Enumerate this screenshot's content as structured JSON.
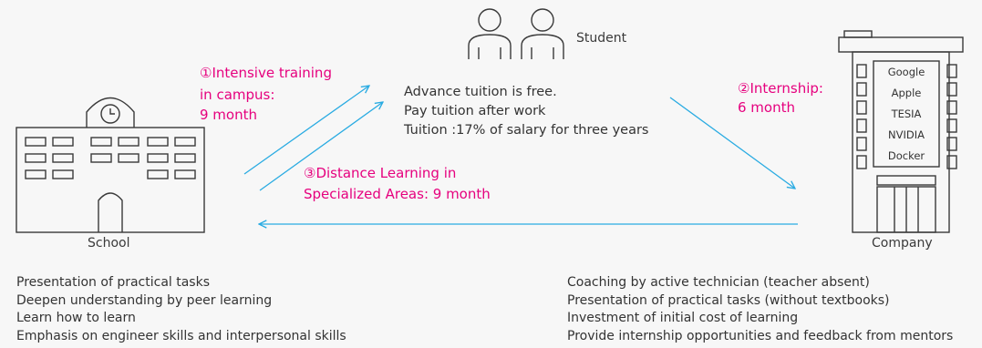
{
  "school": {
    "label": "School",
    "points": [
      "Presentation of practical tasks",
      "Deepen understanding by peer learning",
      "Learn how to learn",
      "Emphasis on engineer skills and interpersonal skills"
    ]
  },
  "student": {
    "label": "Student",
    "lines": [
      "Advance tuition is free.",
      "Pay tuition after work",
      "Tuition :17% of salary for three years"
    ]
  },
  "company": {
    "label": "Company",
    "brands": [
      "Google",
      "Apple",
      "TESIA",
      "NVIDIA",
      "Docker"
    ],
    "points": [
      "Coaching by active technician (teacher absent)",
      "Presentation of practical tasks (without textbooks)",
      "Investment of initial cost of learning",
      "Provide internship opportunities and feedback from mentors"
    ]
  },
  "steps": {
    "step1": [
      "①Intensive training",
      "in campus:",
      "9 month"
    ],
    "step2": [
      "②Internship:",
      "6 month"
    ],
    "step3": [
      "③Distance Learning in",
      "Specialized Areas: 9 month"
    ]
  },
  "colors": {
    "arrow": "#29abe2",
    "highlight": "#e6007e",
    "line": "#3a3a3a"
  },
  "icons": [
    "school-building-icon",
    "student-icon",
    "company-building-icon"
  ]
}
